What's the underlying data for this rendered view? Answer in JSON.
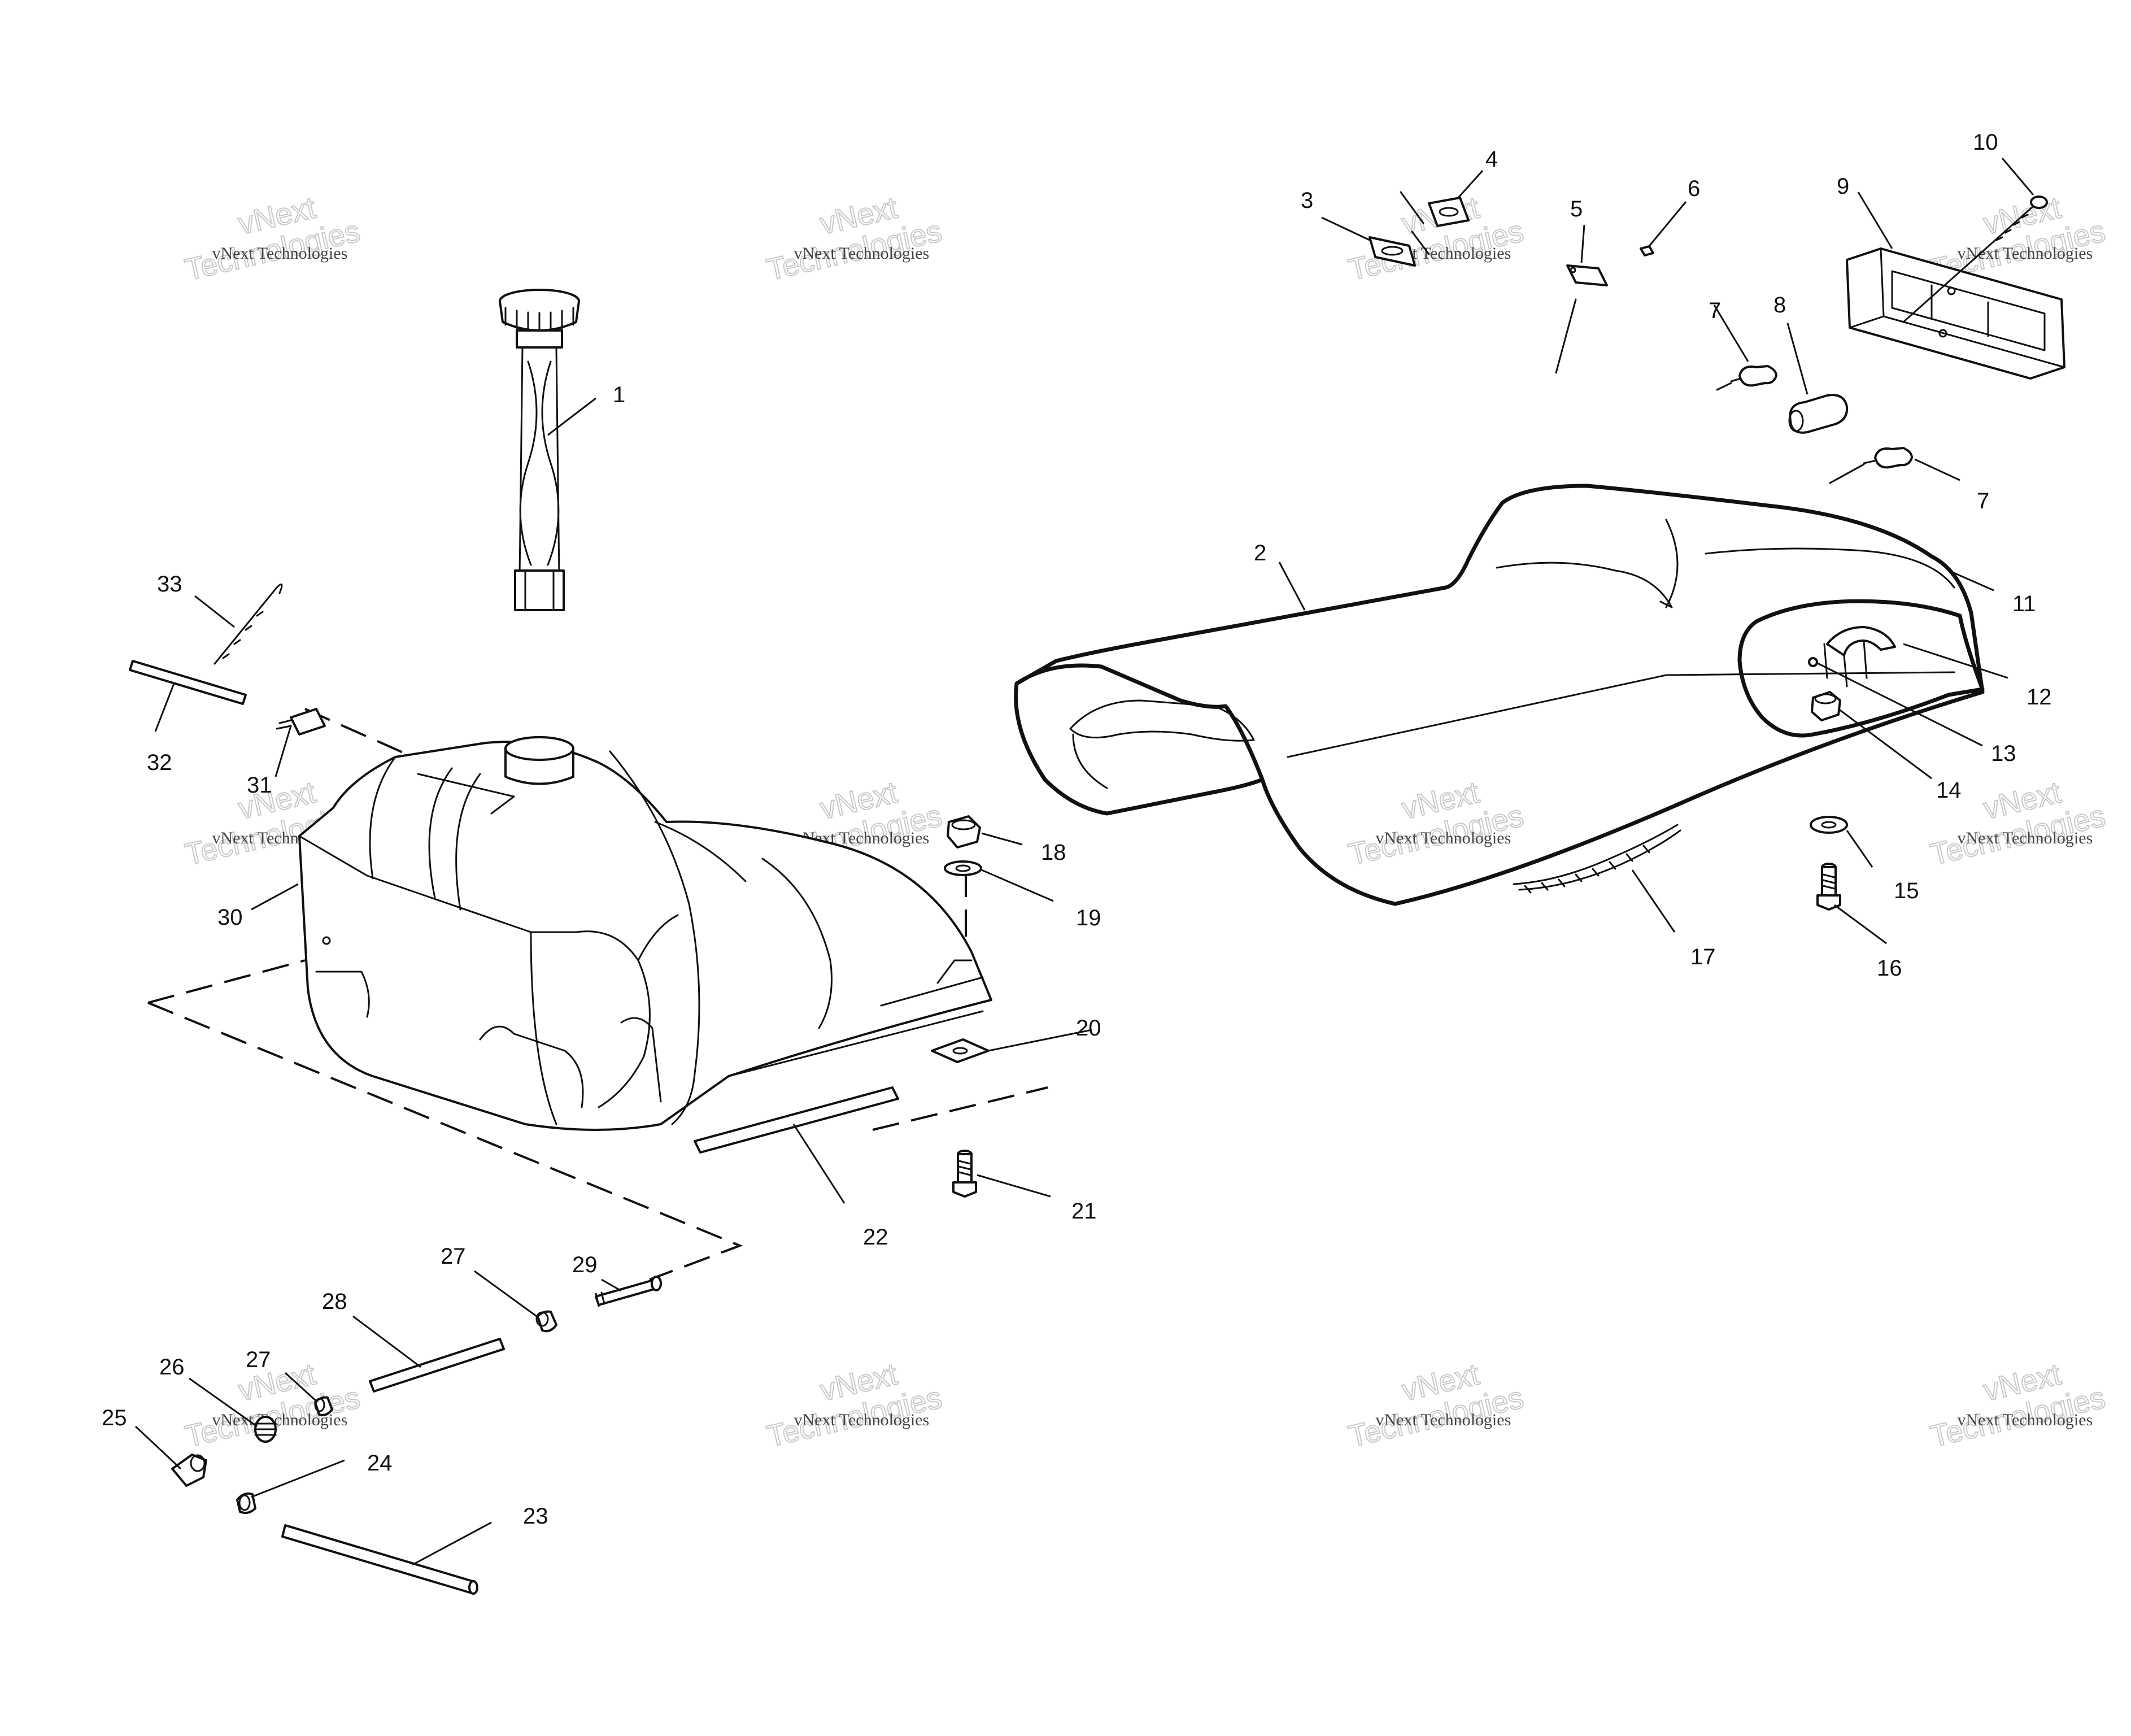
{
  "diagram": {
    "callouts": [
      "1",
      "2",
      "3",
      "4",
      "5",
      "6",
      "7",
      "7",
      "8",
      "9",
      "10",
      "11",
      "12",
      "13",
      "14",
      "15",
      "16",
      "17",
      "18",
      "19",
      "20",
      "21",
      "22",
      "23",
      "24",
      "25",
      "26",
      "27",
      "27",
      "28",
      "29",
      "30",
      "31",
      "32",
      "33"
    ]
  },
  "watermark": {
    "line_small": "vNext Technologies",
    "line_big_1": "vNext",
    "line_big_2": "Technologies"
  }
}
